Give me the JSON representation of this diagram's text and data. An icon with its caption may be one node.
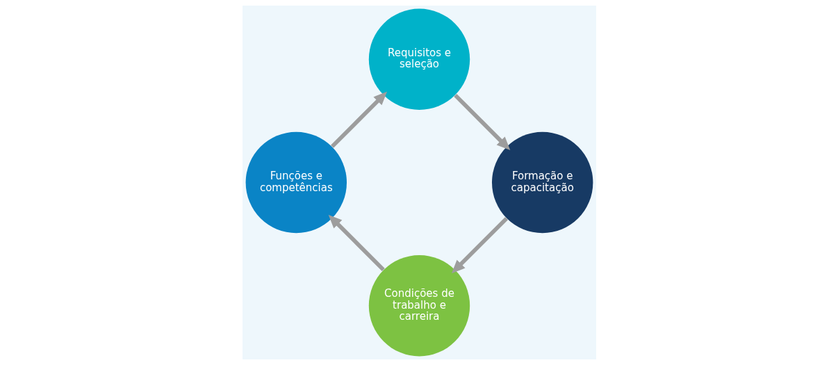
{
  "diagram": {
    "nodes": [
      {
        "text": [
          "Condições de trabalho e carreira"
        ]
      },
      {
        "text": [
          "Funções e competências"
        ]
      },
      {
        "text": [
          "Requisitos e seleção"
        ]
      },
      {
        "text": [
          "Formação e capacitação"
        ]
      }
    ],
    "edges": [
      {
        "from": 0,
        "to": 1,
        "arrow": "to"
      },
      {
        "from": 1,
        "to": 2,
        "arrow": "to"
      },
      {
        "from": 2,
        "to": 3,
        "arrow": "to"
      },
      {
        "from": 3,
        "to": 0,
        "arrow": "to"
      }
    ]
  }
}
